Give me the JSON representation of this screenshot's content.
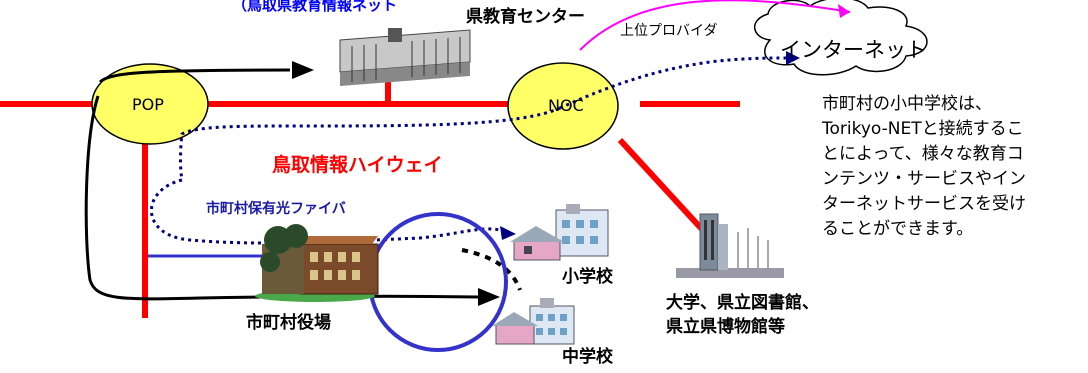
{
  "labels": {
    "top_left_partial": "（鳥取県教育情報ネット",
    "pref_center": "県教育センター",
    "upper_provider": "上位プロバイダ",
    "internet": "インターネット",
    "pop": "POP",
    "noc": "NOC",
    "highway": "鳥取情報ハイウェイ",
    "fiber": "市町村保有光ファイバ",
    "town_office": "市町村役場",
    "elementary": "小学校",
    "junior_high": "中学校",
    "university_line1": "大学、県立図書館、",
    "university_line2": "県立県博物館等"
  },
  "description_lines": [
    "市町村の小中学校は、",
    "Torikyo-NETと接続するこ",
    "とによって、様々な教育コ",
    "ンテンツ・サービスやイン",
    "ターネットサービスを受け",
    "ることができます。"
  ],
  "colors": {
    "highway": "#ff0000",
    "node_fill": "#ffff66",
    "fiber": "#3333cc",
    "dotted_route": "#000080",
    "black_route": "#000000",
    "upper_link": "#ff00ff",
    "highway_text": "#ff0000",
    "fiber_text": "#1a1aa6",
    "top_text": "#0000ff"
  },
  "icons": [
    "building-icon",
    "cloud-icon",
    "school-icon",
    "tower-icon"
  ]
}
